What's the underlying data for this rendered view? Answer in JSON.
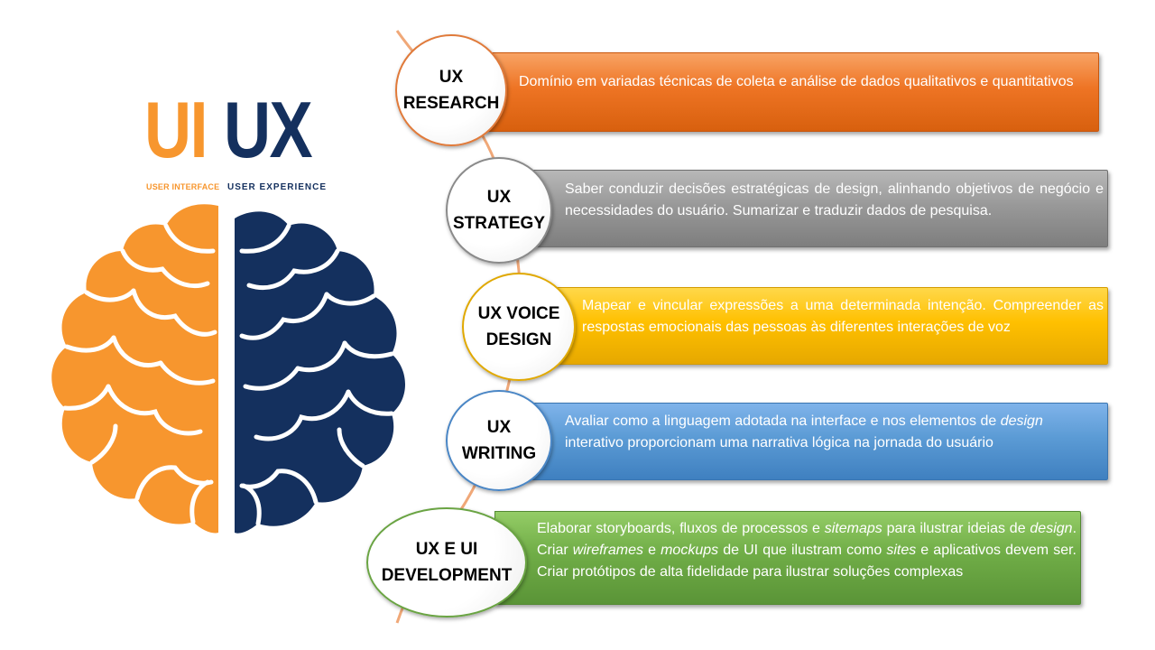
{
  "logo": {
    "ui": "UI",
    "ux": "UX",
    "ui_sub": "USER INTERFACE",
    "ux_sub": "USER EXPERIENCE"
  },
  "colors": {
    "ui_orange": "#f7962e",
    "ux_navy": "#14305e",
    "research": "#ed7d31",
    "strategy": "#999999",
    "voice": "#ffc000",
    "writing": "#5b9bd5",
    "development": "#70ad47"
  },
  "icons": {
    "brain": "brain-illustration"
  },
  "items": [
    {
      "title_line1": "UX",
      "title_line2": "RESEARCH",
      "text": "Domínio em variadas técnicas de coleta e análise de dados qualitativos e quantitativos"
    },
    {
      "title_line1": "UX",
      "title_line2": "STRATEGY",
      "text": "Saber conduzir decisões estratégicas de design, alinhando objetivos de negócio e necessidades do usuário. Sumarizar e traduzir dados de pesquisa."
    },
    {
      "title_line1": "UX VOICE",
      "title_line2": "DESIGN",
      "text": "Mapear e vincular expressões a uma determinada intenção. Compreender as respostas emocionais das pessoas às diferentes interações de voz"
    },
    {
      "title_line1": "UX",
      "title_line2": "WRITING",
      "text_a": "Avaliar como a linguagem adotada na interface e nos elementos de ",
      "text_b": "design",
      "text_c": " interativo proporcionam uma narrativa lógica na jornada do usuário"
    },
    {
      "title_line1": "UX E UI",
      "title_line2": "DEVELOPMENT",
      "p1": "Elaborar storyboards, fluxos de processos e ",
      "p2": "sitemaps",
      "p3": " para ilustrar ideias de ",
      "p4": "design",
      "p5": ". Criar ",
      "p6": "wireframes",
      "p7": " e ",
      "p8": "mockups",
      "p9": " de UI que ilustram como ",
      "p10": "sites",
      "p11": " e aplicativos devem ser. Criar protótipos de alta fidelidade para ilustrar soluções complexas"
    }
  ]
}
